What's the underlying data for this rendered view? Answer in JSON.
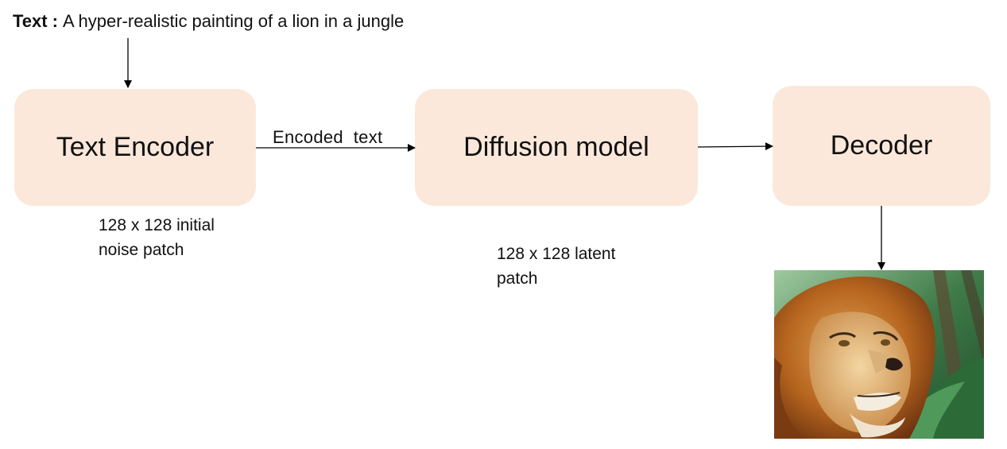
{
  "prompt": {
    "label": "Text",
    "separator": ":",
    "value": "A hyper-realistic painting of a lion in a jungle"
  },
  "nodes": {
    "text_encoder": "Text Encoder",
    "diffusion_model": "Diffusion model",
    "decoder": "Decoder"
  },
  "edges": {
    "encoder_to_diffusion": "Encoded  text"
  },
  "notes": {
    "noise_patch": "128 x 128 initial noise patch",
    "latent_patch": "128 x 128 latent patch"
  },
  "colors": {
    "box_fill": "#fce8da",
    "arrow": "#000000"
  },
  "output_image": {
    "icon": "lion-painting-image"
  }
}
